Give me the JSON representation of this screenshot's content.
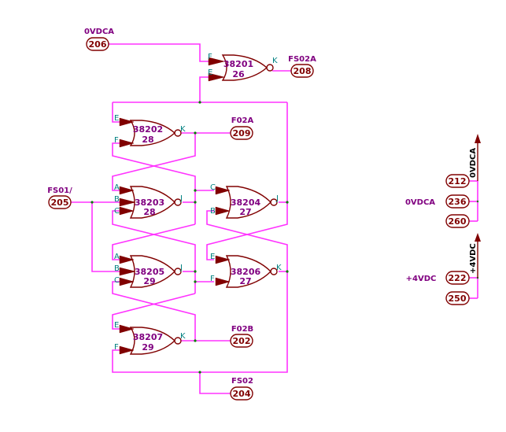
{
  "colors": {
    "wire": "#ff33ff",
    "gate": "#800000",
    "gate_label": "#800080",
    "pin_label": "#008080",
    "connector": "#800000",
    "junction": "#008000"
  },
  "gates": [
    {
      "id": "38201",
      "sub": "26",
      "inputs": [
        "F",
        "E"
      ],
      "output": "K"
    },
    {
      "id": "38202",
      "sub": "28",
      "inputs": [
        "E",
        "F"
      ],
      "output": "K"
    },
    {
      "id": "38203",
      "sub": "28",
      "inputs": [
        "A",
        "B",
        "C"
      ],
      "output": "J"
    },
    {
      "id": "38204",
      "sub": "27",
      "inputs": [
        "C",
        "B"
      ],
      "output": "J"
    },
    {
      "id": "38205",
      "sub": "29",
      "inputs": [
        "A",
        "B",
        "C"
      ],
      "output": "J"
    },
    {
      "id": "38206",
      "sub": "27",
      "inputs": [
        "E",
        "F"
      ],
      "output": "K"
    },
    {
      "id": "38207",
      "sub": "29",
      "inputs": [
        "E",
        "F"
      ],
      "output": "K"
    }
  ],
  "connectors": [
    {
      "net": "0VDCA",
      "pin": "206"
    },
    {
      "net": "FS02A",
      "pin": "208"
    },
    {
      "net": "F02A",
      "pin": "209"
    },
    {
      "net": "FS01/",
      "pin": "205"
    },
    {
      "net": "F02B",
      "pin": "202"
    },
    {
      "net": "FS02",
      "pin": "204"
    }
  ],
  "power": [
    {
      "net_label": "0VDCA",
      "rail": "0VDCA",
      "pins": [
        "212",
        "236",
        "260"
      ]
    },
    {
      "net_label": "+4VDC",
      "rail": "+4VDC",
      "pins": [
        "222",
        "250"
      ]
    }
  ]
}
